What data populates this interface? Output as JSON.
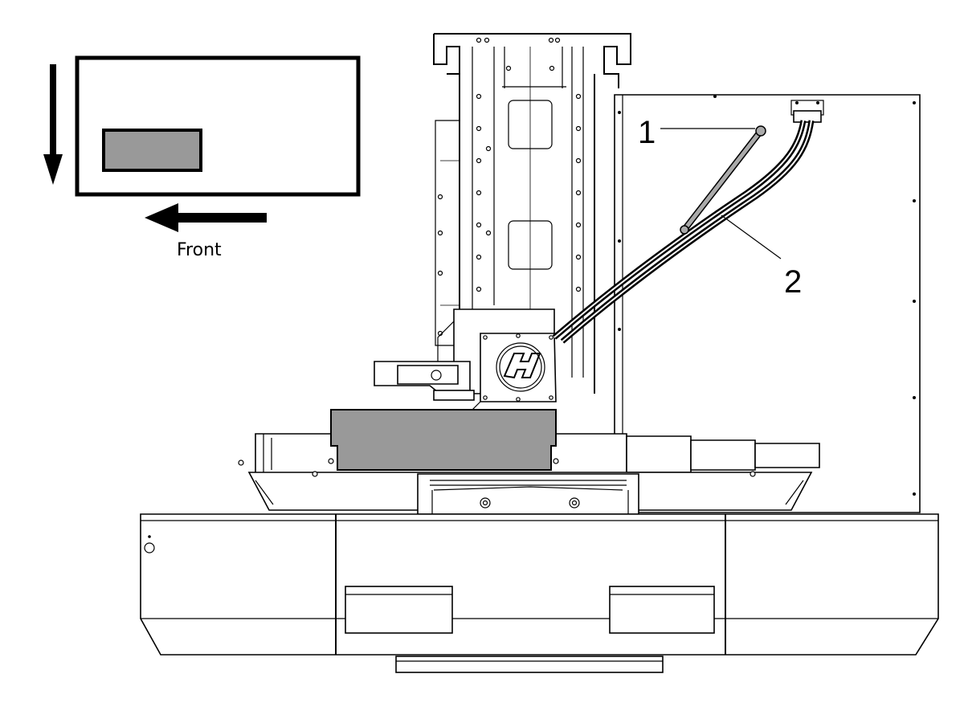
{
  "orientation_inset": {
    "direction_label": "Front"
  },
  "callouts": [
    {
      "number": "1"
    },
    {
      "number": "2"
    }
  ],
  "colors": {
    "line": "#000000",
    "background": "#ffffff",
    "highlight_fill": "#999999",
    "rod_fill": "#aaaaaa"
  }
}
